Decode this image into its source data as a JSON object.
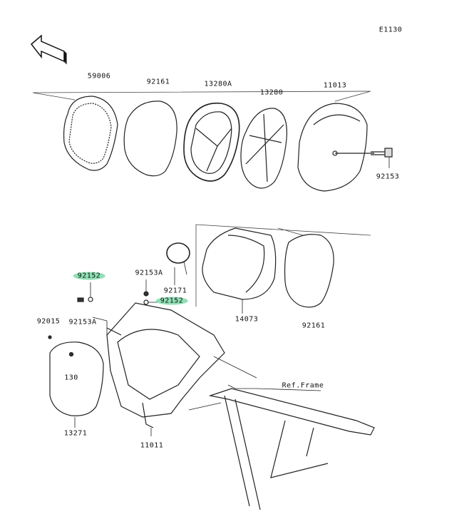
{
  "diagram_code": "E1130",
  "front_arrow_text": "FRONT",
  "highlight_color": "#8fe0b5",
  "parts": [
    {
      "id": "p59006",
      "number": "59006"
    },
    {
      "id": "p92161a",
      "number": "92161"
    },
    {
      "id": "p13280A",
      "number": "13280A"
    },
    {
      "id": "p13280",
      "number": "13280"
    },
    {
      "id": "p11013",
      "number": "11013"
    },
    {
      "id": "p92153",
      "number": "92153"
    },
    {
      "id": "p92152a",
      "number": "92152",
      "highlighted": true
    },
    {
      "id": "p92153Aa",
      "number": "92153A"
    },
    {
      "id": "p92171",
      "number": "92171"
    },
    {
      "id": "p92152b",
      "number": "92152",
      "highlighted": true
    },
    {
      "id": "p92153Ab",
      "number": "92153A"
    },
    {
      "id": "p14073",
      "number": "14073"
    },
    {
      "id": "p92161b",
      "number": "92161"
    },
    {
      "id": "p92015",
      "number": "92015"
    },
    {
      "id": "p130",
      "number": "130"
    },
    {
      "id": "p13271",
      "number": "13271"
    },
    {
      "id": "p11011",
      "number": "11011"
    }
  ],
  "ref_frame_label": "Ref.Frame"
}
